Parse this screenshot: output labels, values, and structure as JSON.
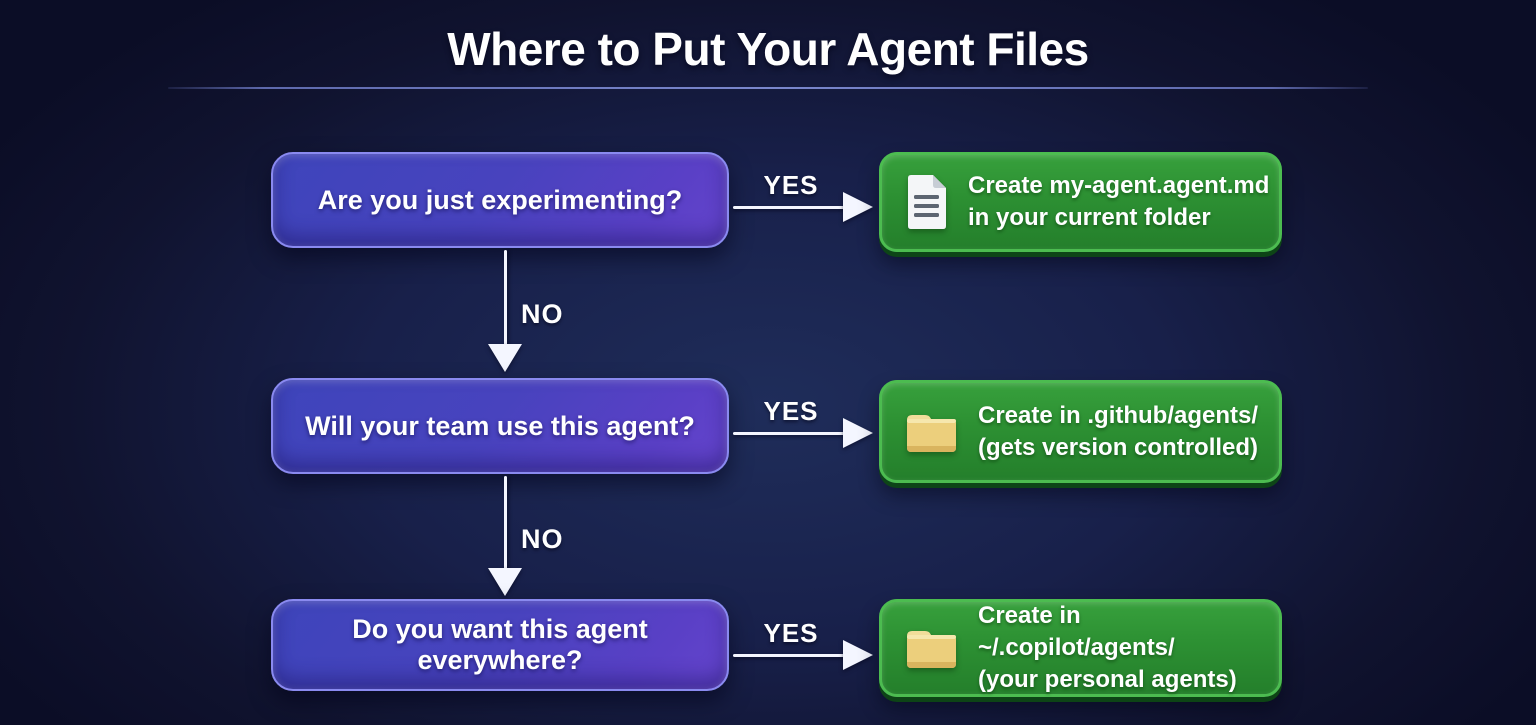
{
  "title": "Where to Put Your Agent Files",
  "flow": {
    "yes_label": "YES",
    "no_label": "NO",
    "questions": [
      {
        "text": "Are you just experimenting?"
      },
      {
        "text": "Will your team use this agent?"
      },
      {
        "text": "Do you want this agent everywhere?"
      }
    ],
    "answers": [
      {
        "icon": "document-icon",
        "line1": "Create my-agent.agent.md",
        "line2": "in your current folder"
      },
      {
        "icon": "folder-icon",
        "line1": "Create in .github/agents/",
        "line2": "(gets version controlled)"
      },
      {
        "icon": "folder-icon",
        "line1": "Create in ~/.copilot/agents/",
        "line2": "(your personal agents)"
      }
    ]
  },
  "colors": {
    "background_center": "#1f2d5a",
    "background_edge": "#0b0d26",
    "question_box_gradient_start": "#3e45bb",
    "question_box_gradient_end": "#6545cd",
    "question_box_border": "#8a8af0",
    "answer_box_gradient_start": "#37a03c",
    "answer_box_gradient_end": "#247f2b",
    "answer_box_border": "#4cbc50",
    "arrow": "#f4f6ff",
    "folder_icon_yellow": "#ecd07e",
    "document_icon_white": "#f4f6f8",
    "text": "#ffffff"
  }
}
